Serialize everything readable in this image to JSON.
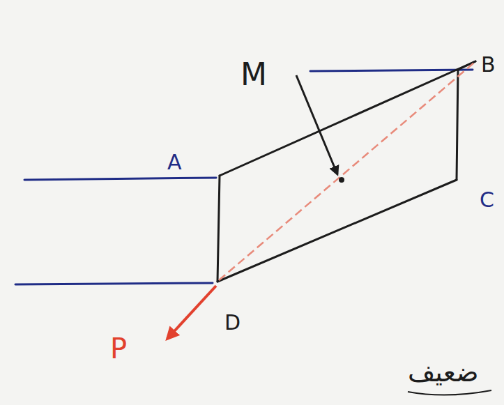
{
  "diagram": {
    "labels": [
      "M",
      "A",
      "B",
      "C",
      "D",
      "P",
      "ضعيف"
    ]
  }
}
